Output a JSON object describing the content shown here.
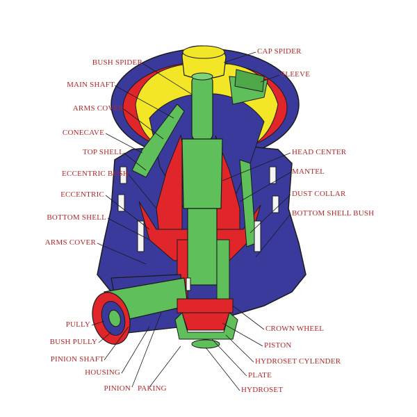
{
  "diagram": {
    "labels": {
      "bush_spider": "BUSH SPIDER",
      "main_shaft": "MAIN SHAFT",
      "arms_cover_top": "ARMS COVER",
      "conecave": "CONECAVE",
      "top_shell": "TOP SHELL",
      "eccentric_bush": "ECCENTRIC BUSH",
      "eccentric": "ECCENTRIC",
      "bottom_shell": "BOTTOM SHELL",
      "arms_cover_bottom": "ARMS COVER",
      "pully": "PULLY",
      "bush_pully": "BUSH PULLY",
      "pinion_shaft": "PINION SHAFT",
      "housing": "HOUSING",
      "pinion": "PINION",
      "paking": "PAKING",
      "cap_spider": "CAP SPIDER",
      "sleeve": "SLEEVE",
      "head_center": "HEAD CENTER",
      "mantel": "MANTEL",
      "dust_collar": "DUST COLLAR",
      "bottom_shell_bush": "BOTTOM SHELL BUSH",
      "crown_wheel": "CROWN WHEEL",
      "piston": "PISTON",
      "hydroset_cylender": "HYDROSET CYLENDER",
      "plate": "PLATE",
      "hydroset": "HYDROSET"
    },
    "colors": {
      "housing_blue": "#3a3a9c",
      "liner_red": "#e0262a",
      "concave_yellow": "#f2e626",
      "shaft_green": "#5fbf5a",
      "outline": "#1a1a1a",
      "label_red": "#b0282a",
      "bolt_white": "#f4f4f4"
    }
  }
}
